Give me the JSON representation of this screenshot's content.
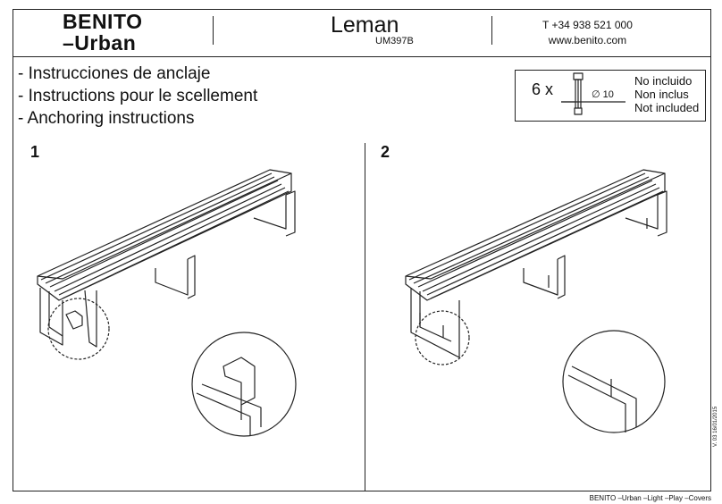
{
  "header": {
    "brand_line1": "BENITO",
    "brand_line2": "–Urban",
    "product_name": "Leman",
    "product_code": "UM397B",
    "phone": "T +34 938 521 000",
    "website": "www.benito.com"
  },
  "instructions": [
    "- Instrucciones de anclaje",
    "- Instructions pour le scellement",
    "- Anchoring instructions"
  ],
  "hardware": {
    "quantity": "6 x",
    "diameter": "∅ 10",
    "not_included": [
      "No incluido",
      "Non inclus",
      "Not included"
    ]
  },
  "steps": [
    {
      "number": "1"
    },
    {
      "number": "2"
    }
  ],
  "version_date": "V. 03 16/01/2015",
  "footer": "BENITO –Urban –Light –Play –Covers"
}
